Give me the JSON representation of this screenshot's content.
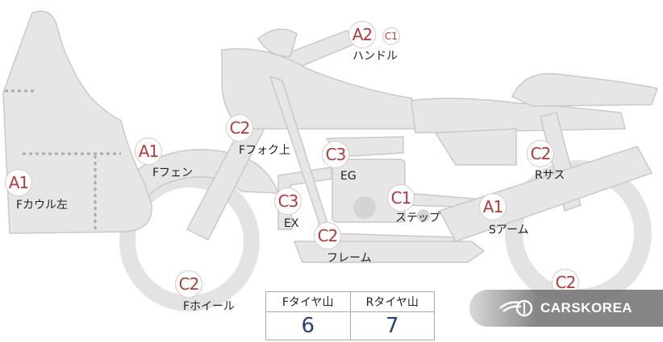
{
  "parts": [
    {
      "key": "handle",
      "label": "ハンドル",
      "grades": [
        "A2",
        "C1"
      ]
    },
    {
      "key": "front-fork-upper",
      "label": "Fフォク上",
      "grades": [
        "C2"
      ]
    },
    {
      "key": "front-fender",
      "label": "Fフェン",
      "grades": [
        "A1"
      ]
    },
    {
      "key": "front-cowl-left",
      "label": "Fカウル左",
      "grades": [
        "A1"
      ]
    },
    {
      "key": "engine",
      "label": "EG",
      "grades": [
        "C3"
      ]
    },
    {
      "key": "exhaust",
      "label": "EX",
      "grades": [
        "C3"
      ]
    },
    {
      "key": "step",
      "label": "ステップ",
      "grades": [
        "C1"
      ]
    },
    {
      "key": "rear-suspension",
      "label": "Rサス",
      "grades": [
        "C2"
      ]
    },
    {
      "key": "swing-arm",
      "label": "Sアーム",
      "grades": [
        "A1"
      ]
    },
    {
      "key": "frame",
      "label": "フレーム",
      "grades": [
        "C2"
      ]
    },
    {
      "key": "front-wheel",
      "label": "Fホイール",
      "grades": [
        "C2"
      ]
    },
    {
      "key": "rear-wheel",
      "label": "",
      "grades": [
        "C2"
      ]
    }
  ],
  "tread_table": {
    "headers": [
      "Fタイヤ山",
      "Rタイヤ山"
    ],
    "values": [
      "6",
      "7"
    ]
  },
  "watermark": {
    "text": "CARSKOREA"
  },
  "colors": {
    "part_fill": "#e6e6e6",
    "part_stroke": "#c8c8c8",
    "badge_text": "#b23a3a",
    "table_value": "#2b3f78"
  }
}
